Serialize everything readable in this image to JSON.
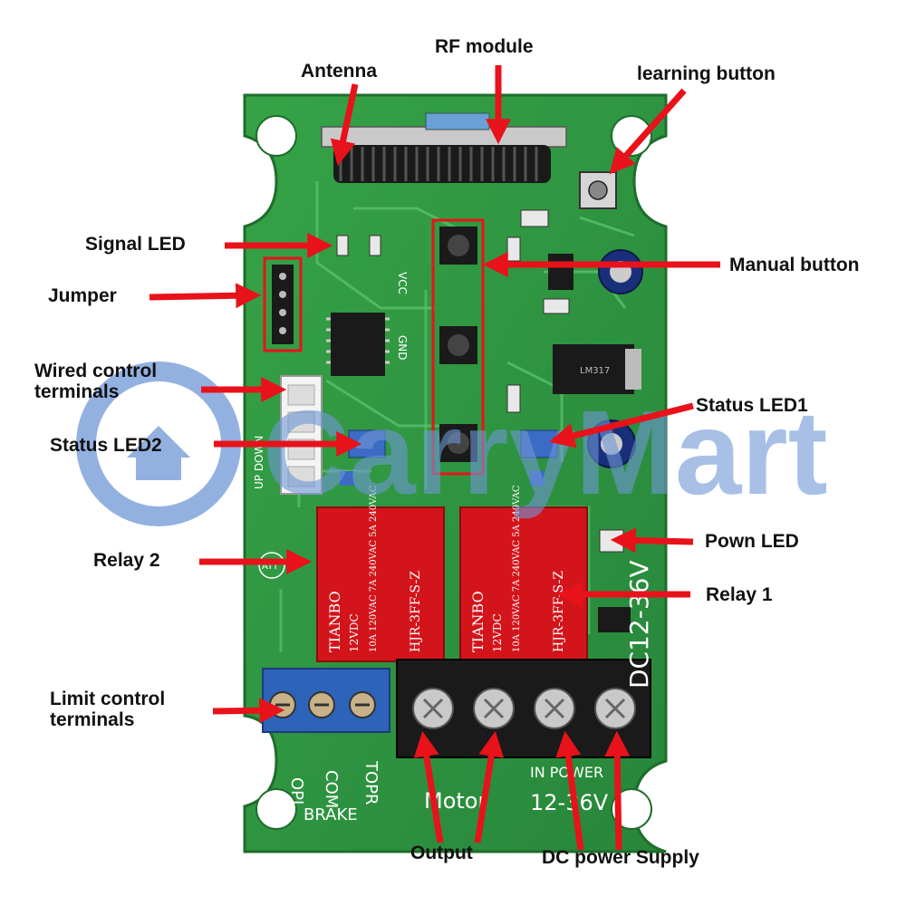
{
  "colors": {
    "pcb": "#2f9a3f",
    "pcb_dark": "#1f6d2c",
    "trace": "#58c06a",
    "relay_red": "#d4141b",
    "terminal_black": "#1a1a1a",
    "terminal_blue": "#2d63b8",
    "arrow_red": "#e8121b",
    "watermark_blue": "#6f97d6"
  },
  "watermark": {
    "text": "CarryMart"
  },
  "board": {
    "silk": {
      "limit_pins": [
        "OPI",
        "COM",
        "TOPR"
      ],
      "brake": "BRAKE",
      "motor": "Motor",
      "in_power": "IN POWER",
      "voltage": "12-36V",
      "dc_side": "DC12-36V",
      "wired_side": "UP  DOWN",
      "vcc": "VCC",
      "gnd": "GND",
      "att": "ATT",
      "reg": "LM317"
    },
    "relays": [
      {
        "brand": "TIANBO",
        "coil": "12VDC",
        "model": "HJR-3FF-S-Z",
        "ratings": [
          "10A 120VAC",
          "7A 240VAC",
          "5A 240VAC"
        ]
      },
      {
        "brand": "TIANBO",
        "coil": "12VDC",
        "model": "HJR-3FF-S-Z",
        "ratings": [
          "10A 120VAC",
          "7A 240VAC",
          "5A 240VAC"
        ]
      }
    ]
  },
  "callouts": {
    "rf_module": "RF module",
    "antenna": "Antenna",
    "learning_button": "learning button",
    "signal_led": "Signal LED",
    "manual_button": "Manual button",
    "jumper": "Jumper",
    "wired_control": [
      "Wired control",
      "terminals"
    ],
    "status_led1": "Status LED1",
    "status_led2": "Status LED2",
    "pown_led": "Pown LED",
    "relay2": "Relay 2",
    "relay1": "Relay 1",
    "limit_control": [
      "Limit control",
      "terminals"
    ],
    "output": "Output",
    "dc_power": "DC power Supply"
  }
}
